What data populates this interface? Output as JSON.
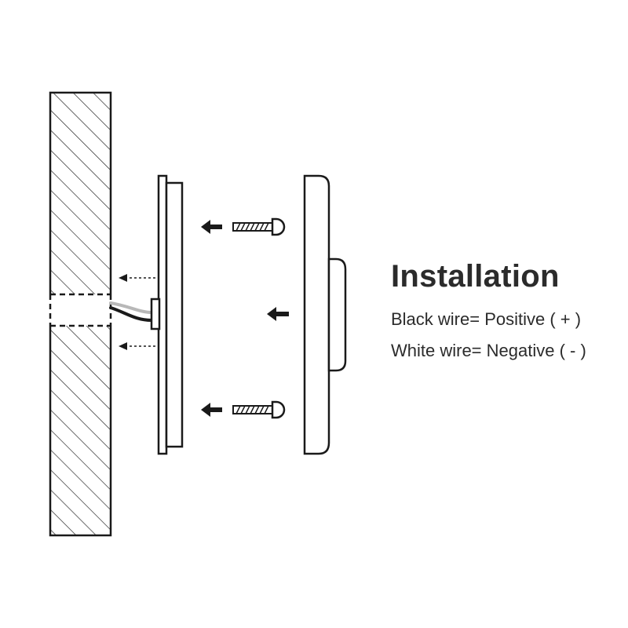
{
  "title": "Installation",
  "notes": {
    "black_wire": "Black wire= Positive ( + )",
    "white_wire": "White wire= Negative ( - )"
  },
  "colors": {
    "line": "#1a1a1a",
    "text": "#2b2b2b",
    "wire": "#b8b8b8",
    "background": "#ffffff"
  },
  "icons": [
    "wall-section",
    "mounting-plate",
    "screw-icon",
    "arrow-left-icon",
    "light-cover"
  ]
}
